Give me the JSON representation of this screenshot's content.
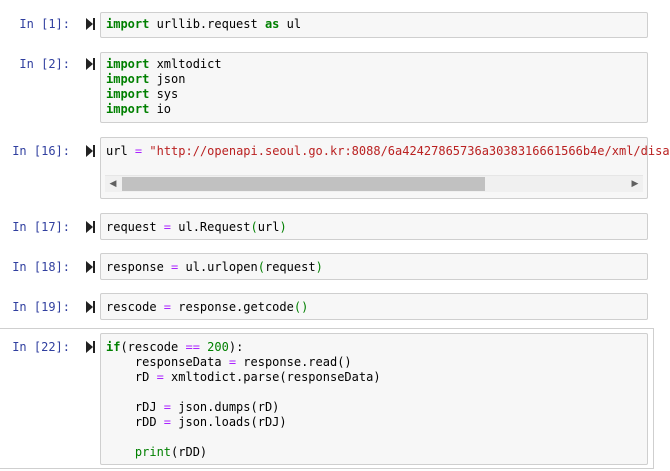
{
  "run_icon": "run-cell-icon",
  "colors": {
    "prompt": "#303f9f",
    "keyword": "#008000",
    "operator": "#aa22ff",
    "string": "#ba2121",
    "cell_bg": "#f7f7f7"
  },
  "cells": [
    {
      "prompt": "In [1]:",
      "lines": [
        "import urllib.request as ul"
      ]
    },
    {
      "prompt": "In [2]:",
      "lines": [
        "import xmltodict",
        "import json",
        "import sys",
        "import io"
      ]
    },
    {
      "prompt": "In [16]:",
      "lines": [
        "url = \"http://openapi.seoul.go.kr:8088/6a42427865736a3038316661566b4e/xml/disa"
      ],
      "scroll_fraction": 0.72
    },
    {
      "prompt": "In [17]:",
      "lines": [
        "request = ul.Request(url)"
      ]
    },
    {
      "prompt": "In [18]:",
      "lines": [
        "response = ul.urlopen(request)"
      ]
    },
    {
      "prompt": "In [19]:",
      "lines": [
        "rescode = response.getcode()"
      ]
    },
    {
      "prompt": "In [22]:",
      "lines": [
        "if(rescode == 200):",
        "    responseData = response.read()",
        "    rD = xmltodict.parse(responseData)",
        "",
        "    rDJ = json.dumps(rD)",
        "    rDD = json.loads(rDJ)",
        "",
        "    print(rDD)"
      ]
    }
  ],
  "tokens": {
    "c1": {
      "kw_import": "import",
      "mod": " urllib.request ",
      "kw_as": "as",
      "alias": " ul"
    },
    "c2": {
      "kw": "import",
      "m1": " xmltodict",
      "m2": " json",
      "m3": " sys",
      "m4": " io"
    },
    "c16": {
      "var": "url ",
      "eq": "=",
      "sp": " ",
      "str": "\"http://openapi.seoul.go.kr:8088/6a42427865736a3038316661566b4e/xml/disa"
    },
    "c17": {
      "var": "request ",
      "eq": "=",
      "rest": " ul.Request",
      "p1": "(",
      "arg": "url",
      "p2": ")"
    },
    "c18": {
      "var": "response ",
      "eq": "=",
      "rest": " ul.urlopen",
      "p1": "(",
      "arg": "request",
      "p2": ")"
    },
    "c19": {
      "var": "rescode ",
      "eq": "=",
      "rest": " response.getcode",
      "p1": "()"
    },
    "c22": {
      "kw_if": "if",
      "l1a": "(rescode ",
      "eqeq": "==",
      "sp": " ",
      "num": "200",
      "l1b": "):",
      "l2a": "    responseData ",
      "l2eq": "=",
      "l2b": " response.read()",
      "l3a": "    rD ",
      "l3eq": "=",
      "l3b": " xmltodict.parse(responseData)",
      "l5a": "    rDJ ",
      "l5eq": "=",
      "l5b": " json.dumps(rD)",
      "l6a": "    rDD ",
      "l6eq": "=",
      "l6b": " json.loads(rDJ)",
      "l8a": "    ",
      "print": "print",
      "l8b": "(rDD)"
    }
  },
  "scrollbar": {
    "left_arrow": "◀",
    "right_arrow": "▶"
  }
}
